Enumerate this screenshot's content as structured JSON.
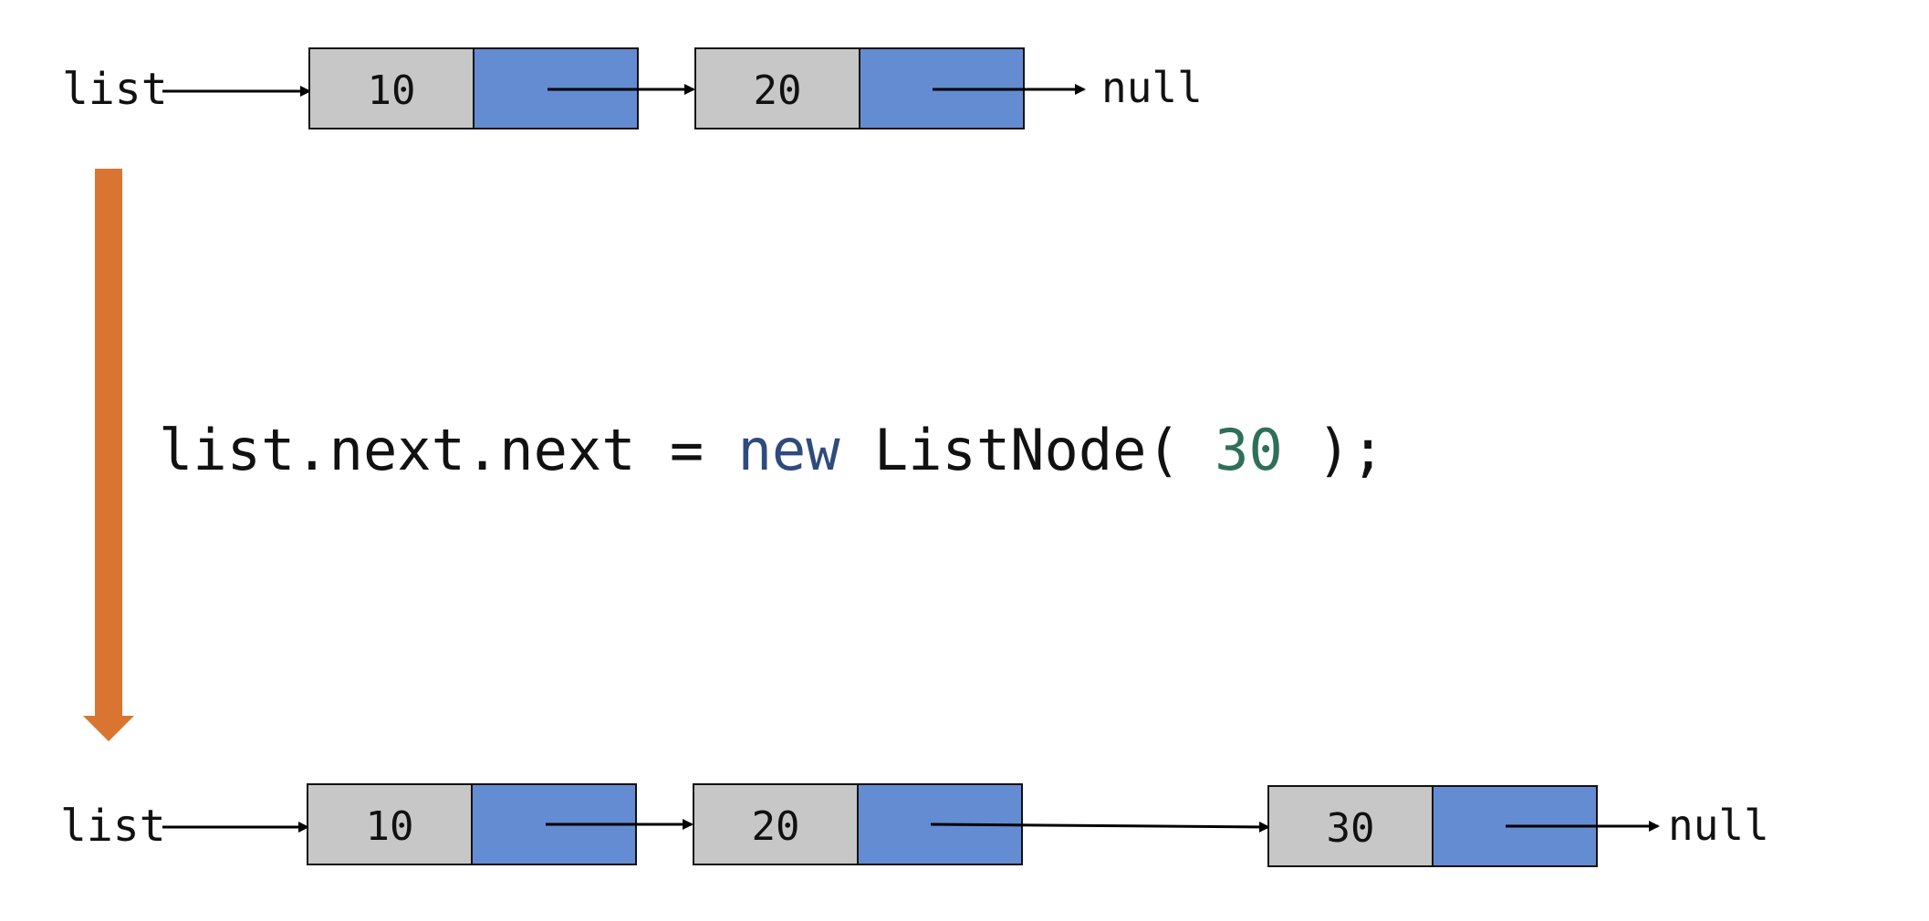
{
  "before": {
    "pointer_label": "list",
    "nodes": [
      {
        "value": "10"
      },
      {
        "value": "20"
      }
    ],
    "terminal": "null"
  },
  "transition": {
    "code": {
      "prefix": "list.next.next = ",
      "keyword": "new",
      "class_call": " ListNode(",
      "number": "30",
      "suffix": ");"
    }
  },
  "after": {
    "pointer_label": "list",
    "nodes": [
      {
        "value": "10"
      },
      {
        "value": "20"
      },
      {
        "value": "30"
      }
    ],
    "terminal": "null"
  },
  "colors": {
    "value_cell": "#c7c7c7",
    "next_cell": "#648cd2",
    "cell_border": "#111111",
    "arrow": "#000000",
    "transition_arrow": "#d97531",
    "keyword": "#2f4a7d",
    "number": "#2f6f5a",
    "text": "#111111"
  }
}
